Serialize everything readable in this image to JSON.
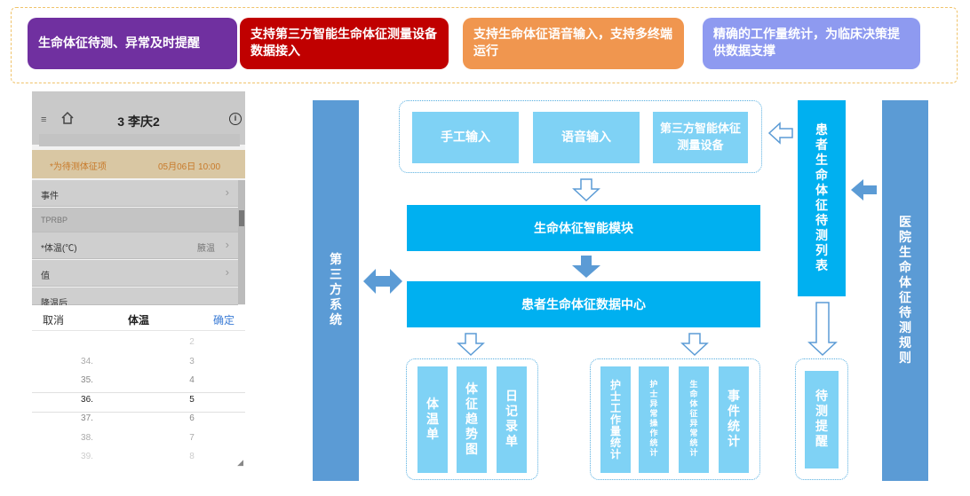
{
  "features": [
    {
      "text": "生命体征待测、异常及时提醒",
      "color": "#7030a0"
    },
    {
      "text": "支持第三方智能生命体征测量设备数据接入",
      "color": "#c00000"
    },
    {
      "text": "支持生命体征语音输入，支持多终端运行",
      "color": "#f0964f"
    },
    {
      "text": "精确的工作量统计，为临床决策提供数据支撑",
      "color": "#8e9af0"
    }
  ],
  "phone": {
    "title": "3 李庆2",
    "pending_label": "*为待测体征项",
    "date": "05月06日 10:00",
    "rows": {
      "event": "事件",
      "section": "TPRBP",
      "temp_label": "*体温(℃)",
      "temp_value": "腋温",
      "value": "值",
      "after": "降温后"
    },
    "picker": {
      "cancel": "取消",
      "title": "体温",
      "confirm": "确定",
      "left_col": [
        "",
        "34.",
        "35.",
        "36.",
        "37.",
        "38.",
        "39."
      ],
      "right_col": [
        "2",
        "3",
        "4",
        "5",
        "6",
        "7",
        "8"
      ],
      "selected_index": 3
    }
  },
  "diagram": {
    "third_party_system": "第三方系统",
    "hospital_rules": "医院生命体征待测规则",
    "pending_list": "患者生命体征待测列表",
    "inputs": [
      "手工输入",
      "语音输入",
      "第三方智能体征测量设备"
    ],
    "smart_module": "生命体征智能模块",
    "data_center": "患者生命体征数据中心",
    "sheets": [
      "体温单",
      "体征趋势图",
      "日记录单"
    ],
    "stats": [
      "护士工作量统计",
      "护士异常操作统计",
      "生命体征异常统计",
      "事件统计"
    ],
    "alert": "待测提醒"
  },
  "colors": {
    "side_bar": "#5b9bd5",
    "main_box": "#00b0f0",
    "light_box": "#7fd2f5",
    "arrow": "#5b9bd5"
  }
}
